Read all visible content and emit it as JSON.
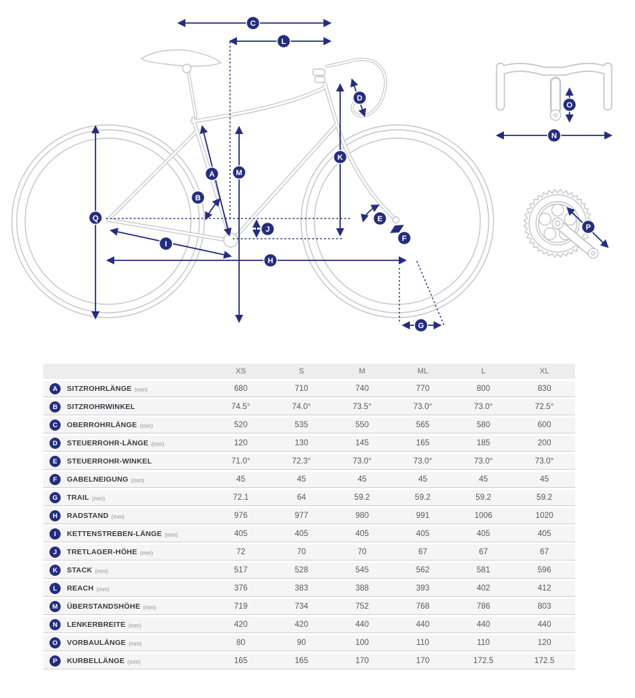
{
  "diagram": {
    "letters": [
      "A",
      "B",
      "C",
      "D",
      "E",
      "F",
      "G",
      "H",
      "I",
      "J",
      "K",
      "L",
      "M",
      "N",
      "O",
      "P",
      "Q"
    ]
  },
  "table": {
    "size_headers": [
      "XS",
      "S",
      "M",
      "ML",
      "L",
      "XL"
    ],
    "rows": [
      {
        "letter": "A",
        "label": "SITZROHRLÄNGE",
        "unit": "(mm)",
        "values": [
          "680",
          "710",
          "740",
          "770",
          "800",
          "830"
        ]
      },
      {
        "letter": "B",
        "label": "SITZROHRWINKEL",
        "unit": "",
        "values": [
          "74.5°",
          "74.0°",
          "73.5°",
          "73.0°",
          "73.0°",
          "72.5°"
        ]
      },
      {
        "letter": "C",
        "label": "OBERROHRLÄNGE",
        "unit": "(mm)",
        "values": [
          "520",
          "535",
          "550",
          "565",
          "580",
          "600"
        ]
      },
      {
        "letter": "D",
        "label": "STEUERROHR-LÄNGE",
        "unit": "(mm)",
        "values": [
          "120",
          "130",
          "145",
          "165",
          "185",
          "200"
        ]
      },
      {
        "letter": "E",
        "label": "STEUERROHR-WINKEL",
        "unit": "",
        "values": [
          "71.0°",
          "72.3°",
          "73.0°",
          "73.0°",
          "73.0°",
          "73.0°"
        ]
      },
      {
        "letter": "F",
        "label": "GABELNEIGUNG",
        "unit": "(mm)",
        "values": [
          "45",
          "45",
          "45",
          "45",
          "45",
          "45"
        ]
      },
      {
        "letter": "G",
        "label": "TRAIL",
        "unit": "(mm)",
        "values": [
          "72.1",
          "64",
          "59.2",
          "59.2",
          "59.2",
          "59.2"
        ]
      },
      {
        "letter": "H",
        "label": "RADSTAND",
        "unit": "(mm)",
        "values": [
          "976",
          "977",
          "980",
          "991",
          "1006",
          "1020"
        ]
      },
      {
        "letter": "I",
        "label": "KETTENSTREBEN-LÄNGE",
        "unit": "(mm)",
        "values": [
          "405",
          "405",
          "405",
          "405",
          "405",
          "405"
        ]
      },
      {
        "letter": "J",
        "label": "TRETLAGER-HÖHE",
        "unit": "(mm)",
        "values": [
          "72",
          "70",
          "70",
          "67",
          "67",
          "67"
        ]
      },
      {
        "letter": "K",
        "label": "STACK",
        "unit": "(mm)",
        "values": [
          "517",
          "528",
          "545",
          "562",
          "581",
          "596"
        ]
      },
      {
        "letter": "L",
        "label": "REACH",
        "unit": "(mm)",
        "values": [
          "376",
          "383",
          "388",
          "393",
          "402",
          "412"
        ]
      },
      {
        "letter": "M",
        "label": "ÜBERSTANDSHÖHE",
        "unit": "(mm)",
        "values": [
          "719",
          "734",
          "752",
          "768",
          "786",
          "803"
        ]
      },
      {
        "letter": "N",
        "label": "LENKERBREITE",
        "unit": "(mm)",
        "values": [
          "420",
          "420",
          "440",
          "440",
          "440",
          "440"
        ]
      },
      {
        "letter": "O",
        "label": "VORBAULÄNGE",
        "unit": "(mm)",
        "values": [
          "80",
          "90",
          "100",
          "110",
          "110",
          "120"
        ]
      },
      {
        "letter": "P",
        "label": "KURBELLÄNGE",
        "unit": "(mm)",
        "values": [
          "165",
          "165",
          "170",
          "170",
          "172.5",
          "172.5"
        ]
      }
    ]
  },
  "colors": {
    "accent_navy": "#242d7d",
    "lineart_gray": "#c4c5cb",
    "row_bg": "#f5f5f6",
    "header_bg": "#ededee"
  }
}
